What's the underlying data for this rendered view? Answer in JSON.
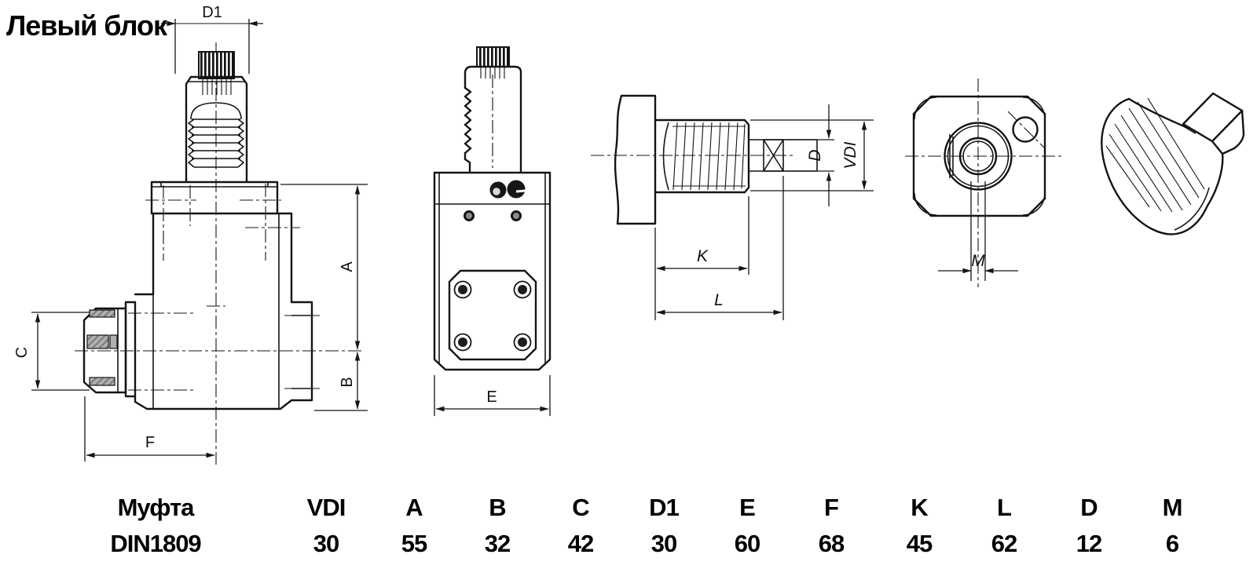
{
  "title": "Левый блок",
  "drawing": {
    "labels": {
      "d1": "D1",
      "a": "A",
      "b": "B",
      "c": "C",
      "f": "F",
      "e": "E",
      "k": "K",
      "l": "L",
      "d": "D",
      "vdi": "VDI",
      "m": "M"
    }
  },
  "table": {
    "columns": [
      {
        "header": "Муфта",
        "value": "DIN1809"
      },
      {
        "header": "VDI",
        "value": "30"
      },
      {
        "header": "A",
        "value": "55"
      },
      {
        "header": "B",
        "value": "32"
      },
      {
        "header": "C",
        "value": "42"
      },
      {
        "header": "D1",
        "value": "30"
      },
      {
        "header": "E",
        "value": "60"
      },
      {
        "header": "F",
        "value": "68"
      },
      {
        "header": "K",
        "value": "45"
      },
      {
        "header": "L",
        "value": "62"
      },
      {
        "header": "D",
        "value": "12"
      },
      {
        "header": "M",
        "value": "6"
      }
    ]
  },
  "colors": {
    "line": "#141414",
    "background": "#ffffff",
    "slot_gray": "#b0b0b0"
  }
}
